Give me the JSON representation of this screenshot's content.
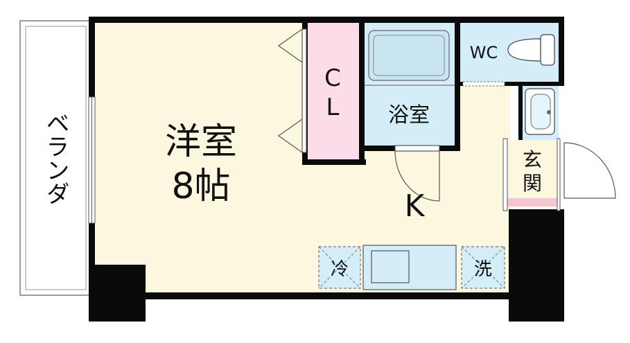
{
  "rooms": {
    "western_room": {
      "name": "洋室",
      "size": "8帖"
    },
    "closet": {
      "line1": "C",
      "line2": "L"
    },
    "bathroom": "浴室",
    "toilet": "WC",
    "entrance": {
      "line1": "玄",
      "line2": "関"
    },
    "kitchen": "K",
    "balcony": "ベランダ"
  },
  "fixtures": {
    "fridge": "冷",
    "washer": "洗"
  },
  "colors": {
    "room_fill": "#fcf7df",
    "closet_fill": "#fbdce8",
    "wet_area_fill": "#d4eef9",
    "wall": "#0a0a0a",
    "entrance_mat": "#f4c6d4",
    "balcony_fill": "#ffffff"
  }
}
